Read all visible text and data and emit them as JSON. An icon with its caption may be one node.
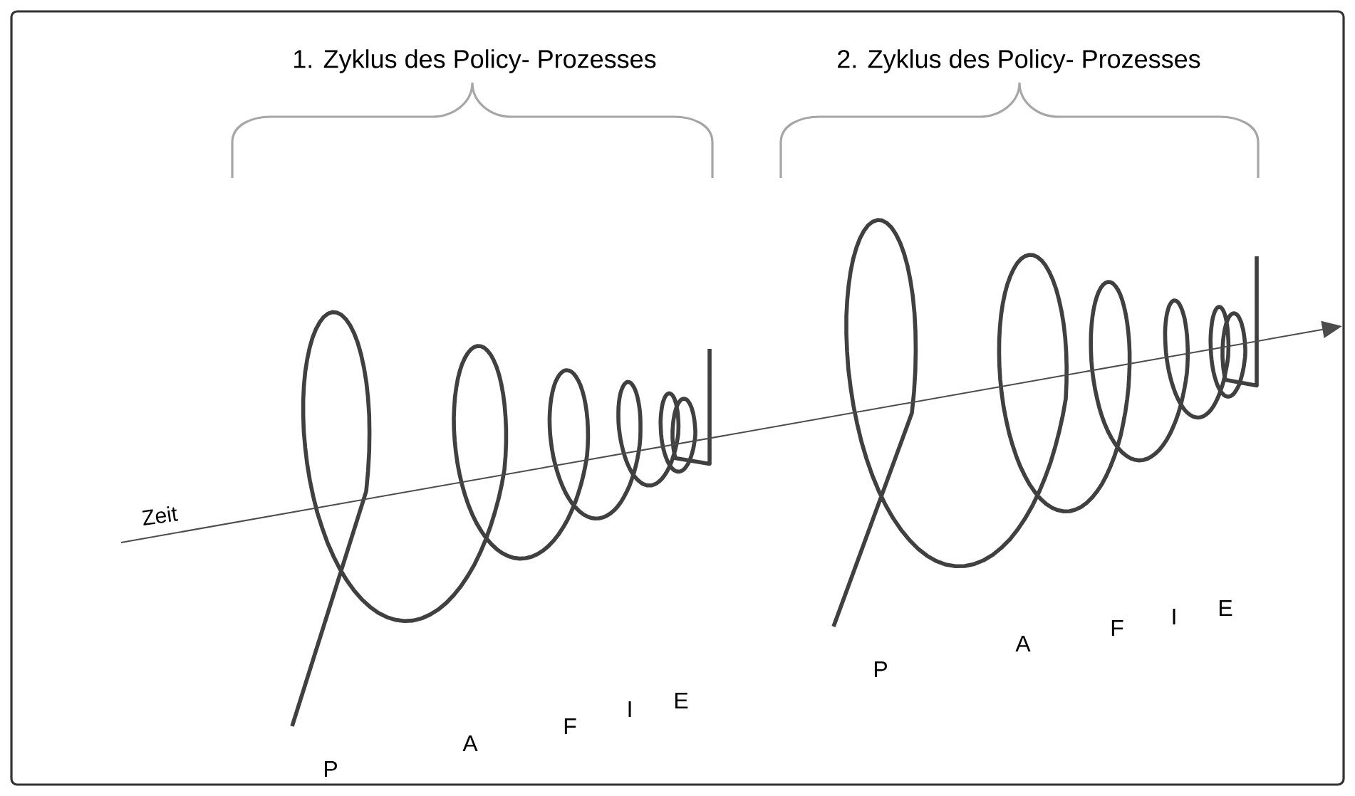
{
  "diagram": {
    "labels": [
      "1. Zyklus des Policy- Prozesses",
      "2. Zyklus des Policy- Prozesses",
      "Zeit",
      "P",
      "A",
      "F",
      "I",
      "E",
      "P",
      "A",
      "F",
      "I",
      "E"
    ]
  }
}
